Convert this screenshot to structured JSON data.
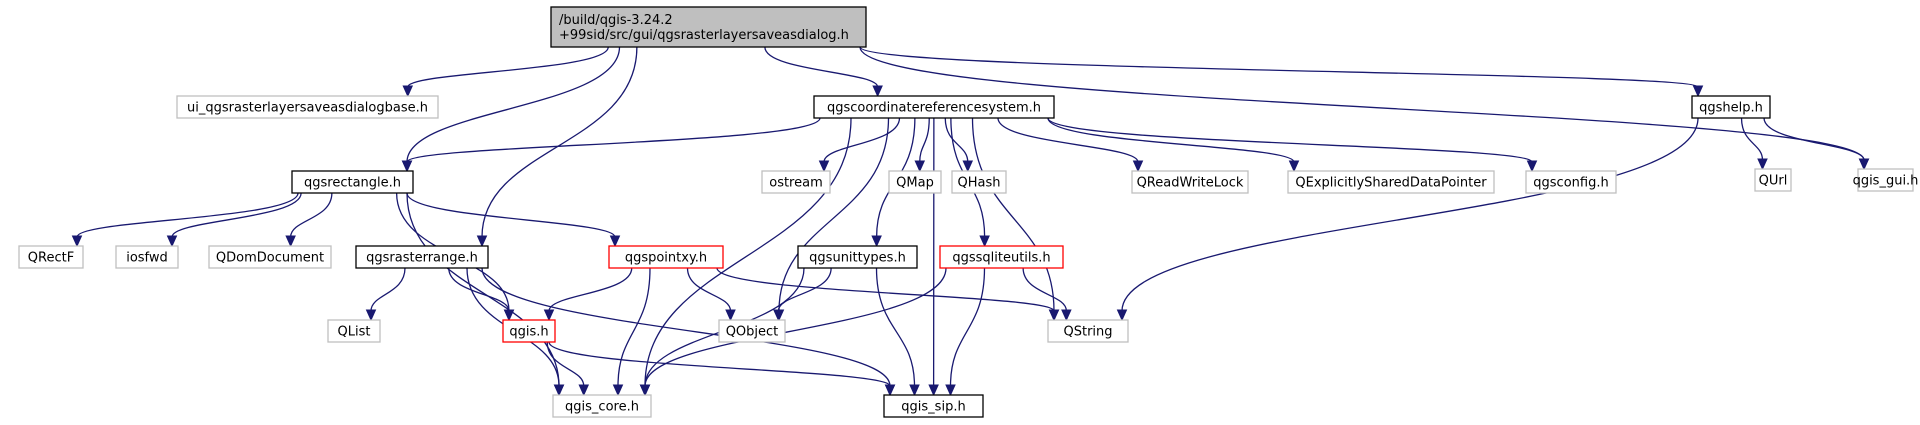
{
  "colors": {
    "edge": "#191970",
    "root_fill": "#bfbfbf",
    "root_border": "#000000",
    "documented_border": "#000000",
    "external_border": "#bfbfbf",
    "truncated_border": "#ff0000",
    "text": "#000000"
  },
  "nodes": [
    {
      "id": "root",
      "lines": [
        "/build/qgis-3.24.2",
        "+99sid/src/gui/qgsrasterlayersaveasdialog.h"
      ],
      "kind": "root"
    },
    {
      "id": "ui_base",
      "lines": [
        "ui_qgsrasterlayersaveasdialogbase.h"
      ],
      "kind": "external"
    },
    {
      "id": "crs",
      "lines": [
        "qgscoordinatereferencesystem.h"
      ],
      "kind": "documented"
    },
    {
      "id": "qgshelp",
      "lines": [
        "qgshelp.h"
      ],
      "kind": "documented"
    },
    {
      "id": "qgis_gui",
      "lines": [
        "qgis_gui.h"
      ],
      "kind": "external"
    },
    {
      "id": "qgsrectangle",
      "lines": [
        "qgsrectangle.h"
      ],
      "kind": "documented"
    },
    {
      "id": "ostream",
      "lines": [
        "ostream"
      ],
      "kind": "external"
    },
    {
      "id": "QMap",
      "lines": [
        "QMap"
      ],
      "kind": "external"
    },
    {
      "id": "QHash",
      "lines": [
        "QHash"
      ],
      "kind": "external"
    },
    {
      "id": "QReadWriteLock",
      "lines": [
        "QReadWriteLock"
      ],
      "kind": "external"
    },
    {
      "id": "QESDP",
      "lines": [
        "QExplicitlySharedDataPointer"
      ],
      "kind": "external"
    },
    {
      "id": "qgsconfig",
      "lines": [
        "qgsconfig.h"
      ],
      "kind": "external"
    },
    {
      "id": "QUrl",
      "lines": [
        "QUrl"
      ],
      "kind": "external"
    },
    {
      "id": "QRectF",
      "lines": [
        "QRectF"
      ],
      "kind": "external"
    },
    {
      "id": "iosfwd",
      "lines": [
        "iosfwd"
      ],
      "kind": "external"
    },
    {
      "id": "QDomDocument",
      "lines": [
        "QDomDocument"
      ],
      "kind": "external"
    },
    {
      "id": "qgsrasterrange",
      "lines": [
        "qgsrasterrange.h"
      ],
      "kind": "documented"
    },
    {
      "id": "qgspointxy",
      "lines": [
        "qgspointxy.h"
      ],
      "kind": "truncated"
    },
    {
      "id": "qgsunittypes",
      "lines": [
        "qgsunittypes.h"
      ],
      "kind": "documented"
    },
    {
      "id": "qgssqliteutils",
      "lines": [
        "qgssqliteutils.h"
      ],
      "kind": "truncated"
    },
    {
      "id": "QList",
      "lines": [
        "QList"
      ],
      "kind": "external"
    },
    {
      "id": "qgis",
      "lines": [
        "qgis.h"
      ],
      "kind": "truncated"
    },
    {
      "id": "QObject",
      "lines": [
        "QObject"
      ],
      "kind": "external"
    },
    {
      "id": "QString",
      "lines": [
        "QString"
      ],
      "kind": "external"
    },
    {
      "id": "qgis_core",
      "lines": [
        "qgis_core.h"
      ],
      "kind": "external"
    },
    {
      "id": "qgis_sip",
      "lines": [
        "qgis_sip.h"
      ],
      "kind": "documented"
    }
  ],
  "edges": [
    [
      "root",
      "ui_base"
    ],
    [
      "root",
      "qgsrectangle"
    ],
    [
      "root",
      "qgsrasterrange"
    ],
    [
      "root",
      "crs"
    ],
    [
      "root",
      "qgshelp"
    ],
    [
      "root",
      "qgis_gui"
    ],
    [
      "crs",
      "qgsrectangle"
    ],
    [
      "crs",
      "qgis_core"
    ],
    [
      "crs",
      "QObject"
    ],
    [
      "crs",
      "qgsunittypes"
    ],
    [
      "crs",
      "ostream"
    ],
    [
      "crs",
      "QMap"
    ],
    [
      "crs",
      "QHash"
    ],
    [
      "crs",
      "qgssqliteutils"
    ],
    [
      "crs",
      "QString"
    ],
    [
      "crs",
      "QReadWriteLock"
    ],
    [
      "crs",
      "QESDP"
    ],
    [
      "crs",
      "qgsconfig"
    ],
    [
      "crs",
      "qgis_sip"
    ],
    [
      "qgshelp",
      "QString"
    ],
    [
      "qgshelp",
      "QUrl"
    ],
    [
      "qgshelp",
      "qgis_gui"
    ],
    [
      "qgsrectangle",
      "qgis_core"
    ],
    [
      "qgsrectangle",
      "QRectF"
    ],
    [
      "qgsrectangle",
      "iosfwd"
    ],
    [
      "qgsrectangle",
      "QDomDocument"
    ],
    [
      "qgsrectangle",
      "qgis"
    ],
    [
      "qgsrectangle",
      "qgspointxy"
    ],
    [
      "qgsrasterrange",
      "QList"
    ],
    [
      "qgsrasterrange",
      "qgis"
    ],
    [
      "qgsrasterrange",
      "qgis_core"
    ],
    [
      "qgsrasterrange",
      "qgis_sip"
    ],
    [
      "qgspointxy",
      "qgis"
    ],
    [
      "qgspointxy",
      "qgis_core"
    ],
    [
      "qgspointxy",
      "QObject"
    ],
    [
      "qgspointxy",
      "QString"
    ],
    [
      "qgsunittypes",
      "QObject"
    ],
    [
      "qgsunittypes",
      "qgis_core"
    ],
    [
      "qgsunittypes",
      "qgis_sip"
    ],
    [
      "qgssqliteutils",
      "qgis_core"
    ],
    [
      "qgssqliteutils",
      "qgis_sip"
    ],
    [
      "qgssqliteutils",
      "QString"
    ],
    [
      "qgis",
      "qgis_core"
    ],
    [
      "qgis",
      "qgis_sip"
    ]
  ]
}
